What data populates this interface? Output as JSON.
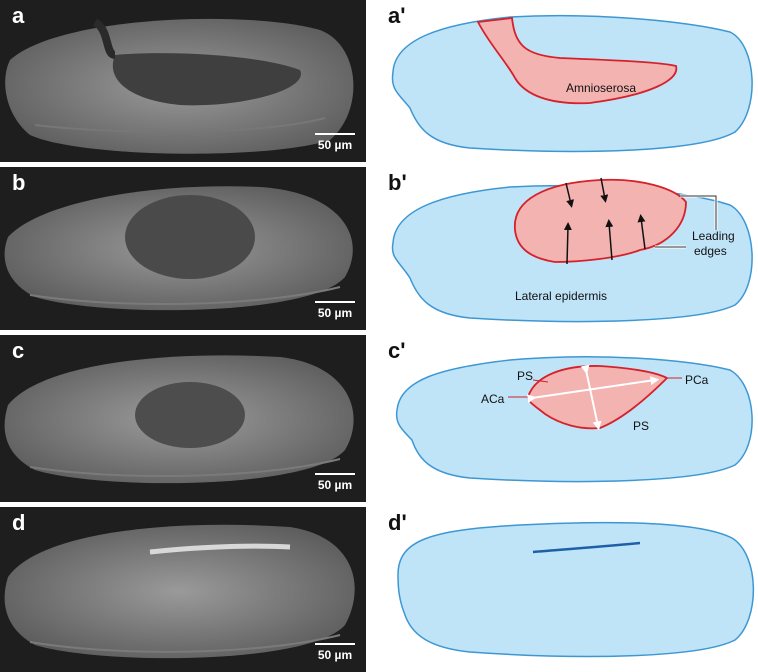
{
  "panels": {
    "a": {
      "label": "a",
      "scale": "50 µm"
    },
    "b": {
      "label": "b",
      "scale": "50 µm"
    },
    "c": {
      "label": "c",
      "scale": "50 µm"
    },
    "d": {
      "label": "d",
      "scale": "50 µm"
    }
  },
  "schematics": {
    "a": {
      "label": "a'",
      "amnioserosa": "Amnioserosa"
    },
    "b": {
      "label": "b'",
      "leading": "Leading",
      "edges": "edges",
      "lateral": "Lateral epidermis"
    },
    "c": {
      "label": "c'",
      "ps_top": "PS",
      "aca": "ACa",
      "pca": "PCa",
      "ps_bottom": "PS"
    },
    "d": {
      "label": "d'"
    }
  },
  "colors": {
    "epidermis_fill": "#bfe4f7",
    "epidermis_stroke": "#3d97d3",
    "amnioserosa_fill": "#f3b3b0",
    "amnioserosa_stroke": "#d6202a",
    "seam": "#1f5fa8"
  }
}
